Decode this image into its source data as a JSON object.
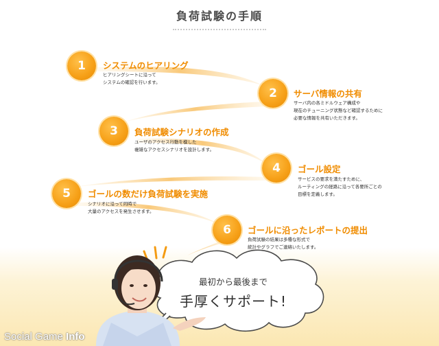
{
  "title": "負荷試験の手順",
  "steps": [
    {
      "number": "1",
      "title": "システムのヒアリング",
      "desc": [
        "ヒアリングシートに沿って",
        "システムの確認を行います。"
      ]
    },
    {
      "number": "2",
      "title": "サーバ情報の共有",
      "desc": [
        "サーバ内の各ミドルウェア構成や",
        "現在のチューニング状態など確認するために",
        "必要な情報を共有いただきます。"
      ]
    },
    {
      "number": "3",
      "title": "負荷試験シナリオの作成",
      "desc": [
        "ユーザのアクセス行動を模した",
        "複雑なアクセスシナリオを設計します。"
      ]
    },
    {
      "number": "4",
      "title": "ゴール設定",
      "desc": [
        "サービスの要求を満たすために、",
        "ルーティングの経路に沿って各要所ごとの",
        "目標を定義します。"
      ]
    },
    {
      "number": "5",
      "title": "ゴールの数だけ負荷試験を実施",
      "desc": [
        "シナリオに沿って同時で",
        "大量のアクセスを発生させます。"
      ]
    },
    {
      "number": "6",
      "title": "ゴールに沿ったレポートの提出",
      "desc": [
        "負荷試験の結果は多種な形式で",
        "統計やグラフでご連絡いたします。"
      ]
    }
  ],
  "bubble": {
    "line1": "最初から最後まで",
    "line2": "手厚くサポート!"
  },
  "watermark": {
    "part1": "Social Game ",
    "part2": "Info"
  },
  "colors": {
    "accent": "#f08c00",
    "circle": "#f7a21a",
    "curve": "#fbd9a0",
    "band": "#fbe7b2"
  }
}
